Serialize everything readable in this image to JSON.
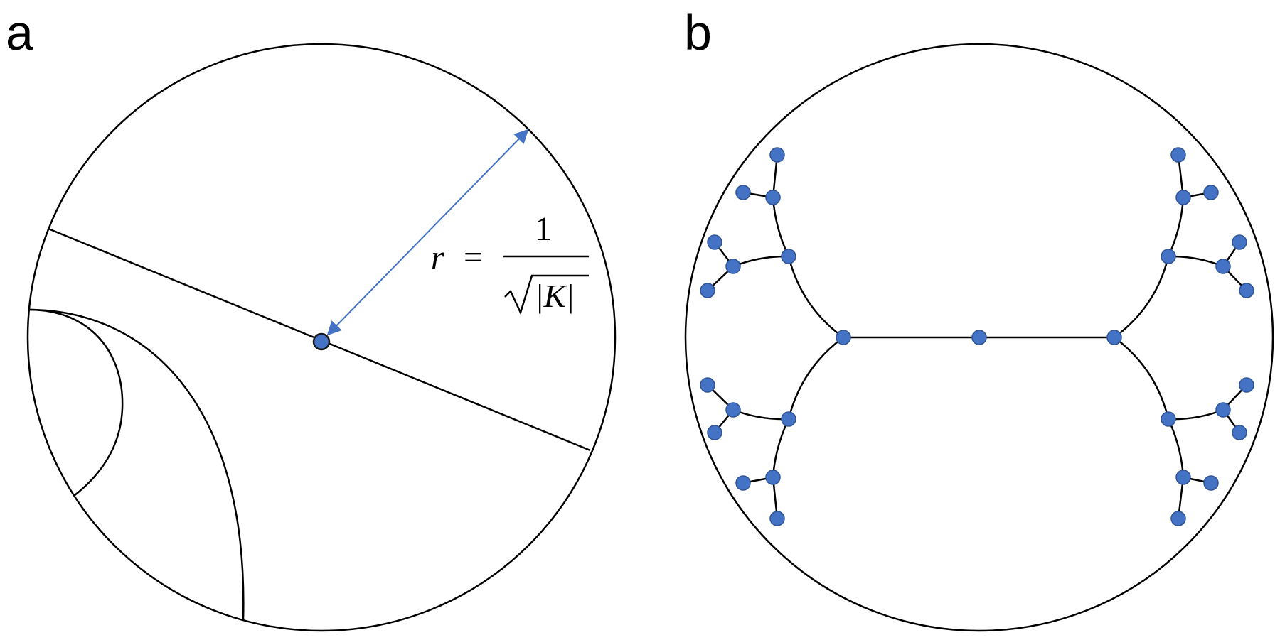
{
  "panels": [
    {
      "id": "a",
      "label": "a"
    },
    {
      "id": "b",
      "label": "b"
    }
  ],
  "panel_a": {
    "formula": {
      "lhs": "r",
      "equals": "=",
      "numerator": "1",
      "denominator": "|K|"
    }
  },
  "colors": {
    "node_fill": "#4472c4",
    "node_stroke": "#2f5597",
    "arrow": "#4472c4",
    "line": "#000000",
    "background": "#ffffff"
  }
}
